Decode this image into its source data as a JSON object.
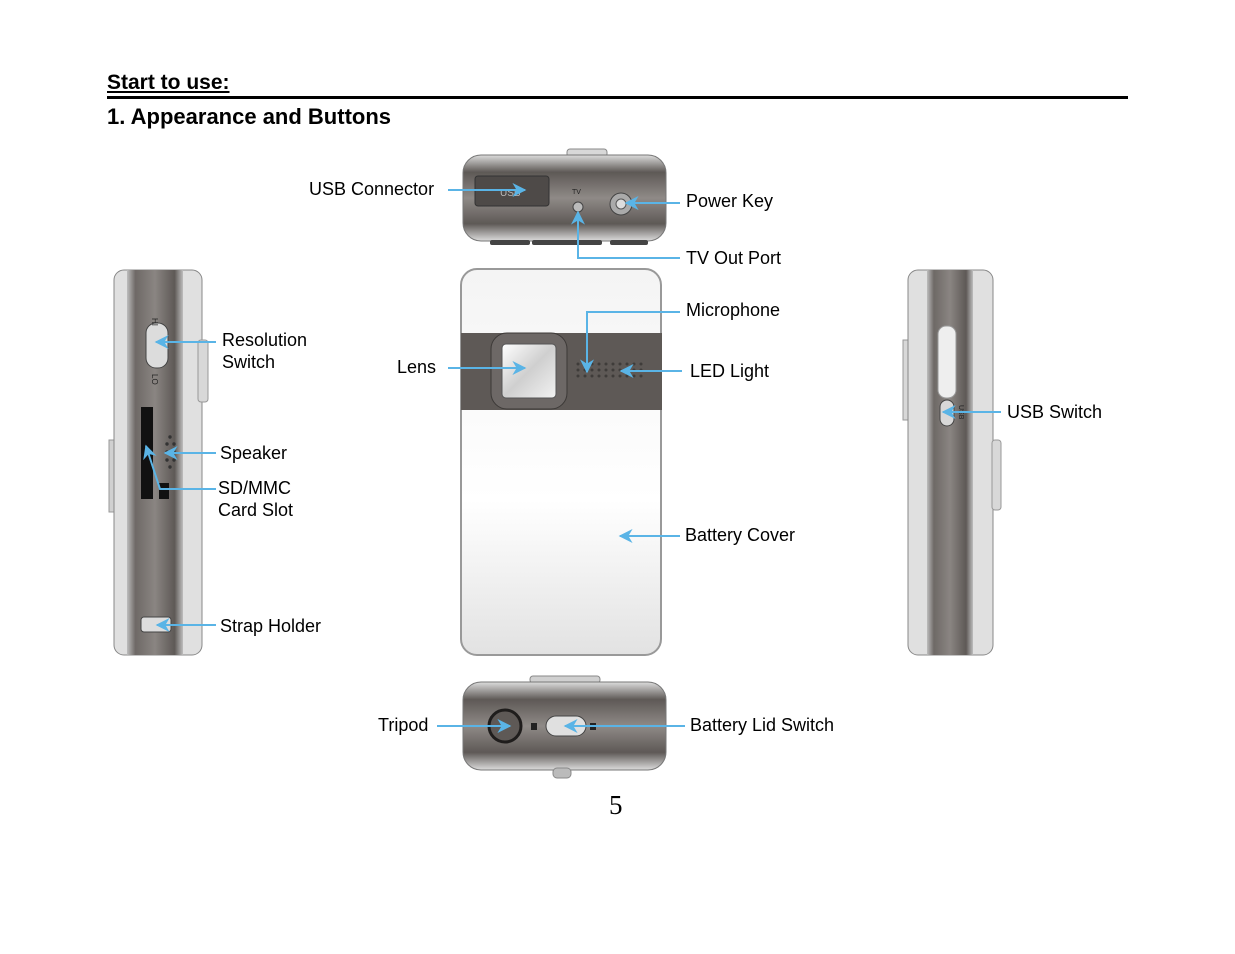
{
  "page": {
    "section_title": "Start to use:",
    "subsection_title": "1. Appearance and Buttons",
    "page_number": "5"
  },
  "diagram": {
    "callout_color": "#5ab4e6",
    "body_color": "#5e5956",
    "shell_color": "#e8e8e8",
    "device_markings": {
      "usb_port": "USB",
      "tv_port": "TV",
      "resolution_hi": "HI",
      "resolution_lo": "LO",
      "usb_switch": "USB"
    },
    "views": {
      "top": {
        "labels": [
          {
            "id": "usb-connector",
            "text": "USB Connector"
          },
          {
            "id": "power-key",
            "text": "Power Key"
          },
          {
            "id": "tv-out-port",
            "text": "TV Out Port"
          }
        ]
      },
      "front": {
        "labels": [
          {
            "id": "microphone",
            "text": "Microphone"
          },
          {
            "id": "lens",
            "text": "Lens"
          },
          {
            "id": "led-light",
            "text": "LED Light"
          },
          {
            "id": "battery-cover",
            "text": "Battery Cover"
          }
        ]
      },
      "left_side": {
        "labels": [
          {
            "id": "resolution-switch",
            "text": "Resolution\nSwitch"
          },
          {
            "id": "speaker",
            "text": "Speaker"
          },
          {
            "id": "sd-mmc-card-slot",
            "text": "SD/MMC\nCard Slot"
          },
          {
            "id": "strap-holder",
            "text": "Strap Holder"
          }
        ]
      },
      "right_side": {
        "labels": [
          {
            "id": "usb-switch",
            "text": "USB Switch"
          }
        ]
      },
      "bottom": {
        "labels": [
          {
            "id": "tripod",
            "text": "Tripod"
          },
          {
            "id": "battery-lid-switch",
            "text": "Battery Lid Switch"
          }
        ]
      }
    }
  }
}
